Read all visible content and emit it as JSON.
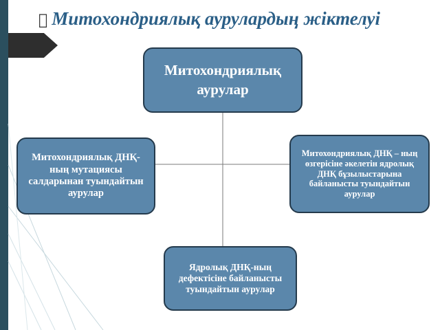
{
  "slide": {
    "title": "Митохондриялық аурулардың жіктелуі",
    "bullet_icon": "bullet-icon"
  },
  "diagram": {
    "root": "Митохондриялық аурулар",
    "left": "Митохондриялық ДНҚ-ның мутациясы салдарынан туындайтын аурулар",
    "right": "Митохондриялық ДНҚ – ның өзгерісіне әкелетін ядролық ДНҚ бұзылыстарына байланысты туындайтын аурулар",
    "bottom": "Ядролық ДНҚ-ның дефектісіне байланысты туындайтын аурулар"
  },
  "colors": {
    "box_fill": "#5b87ab",
    "box_border": "#243a4c",
    "title": "#2b5f87",
    "left_bar": "#2b4f5e"
  }
}
